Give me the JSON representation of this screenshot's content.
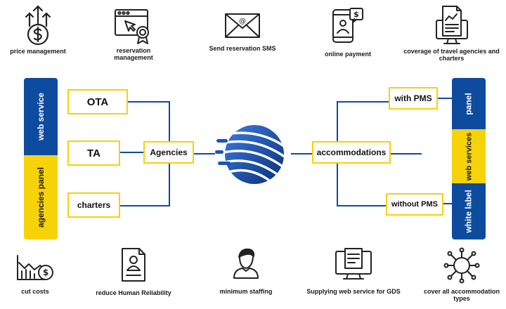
{
  "colors": {
    "blue": "#0d4b9e",
    "yellow": "#f5d20a",
    "line": "#0d4b9e",
    "dark": "#222222"
  },
  "top_features": [
    {
      "icon": "price-management-icon",
      "label": "price management"
    },
    {
      "icon": "reservation-management-icon",
      "label": "reservation management"
    },
    {
      "icon": "envelope-icon",
      "label": "Send reservation SMS"
    },
    {
      "icon": "online-payment-icon",
      "label": "online payment"
    },
    {
      "icon": "computer-document-icon",
      "label": "coverage of travel agencies and charters"
    }
  ],
  "bottom_features": [
    {
      "icon": "cut-costs-icon",
      "label": "cut costs"
    },
    {
      "icon": "document-person-icon",
      "label": "reduce Human Reliability"
    },
    {
      "icon": "staff-person-icon",
      "label": "minimum staffing"
    },
    {
      "icon": "web-service-gds-icon",
      "label": "Supplying web service for GDS"
    },
    {
      "icon": "network-hub-icon",
      "label": "cover all accommodation types"
    }
  ],
  "left_bar": {
    "top": "web service",
    "bottom": "agencies panel"
  },
  "right_bar": {
    "top": "panel",
    "middle": "web services",
    "bottom": "white label"
  },
  "left_boxes": [
    "OTA",
    "TA",
    "charters"
  ],
  "agencies": "Agencies",
  "accommodations": "accommodations",
  "right_boxes": [
    "with PMS",
    "without PMS"
  ]
}
